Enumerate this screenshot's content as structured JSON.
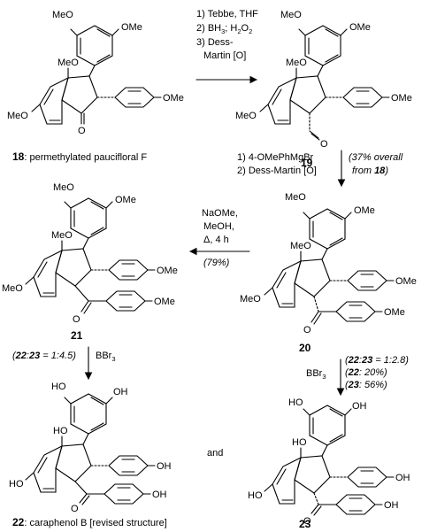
{
  "compounds": {
    "c18": {
      "number": "18",
      "caption": ": permethylated paucifloral F"
    },
    "c19": {
      "number": "19"
    },
    "c20": {
      "number": "20"
    },
    "c21": {
      "number": "21"
    },
    "c22": {
      "number": "22",
      "caption": ": caraphenol B [revised structure]"
    },
    "c23": {
      "number": "23"
    }
  },
  "arrows": {
    "a1": {
      "step1": "1) Tebbe, THF",
      "step2a": "2) BH",
      "step2sub": "3",
      "step2b": "; H",
      "step2sub2": "2",
      "step2c": "O",
      "step2sub3": "2",
      "step3a": "3) Dess-",
      "step3b": "Martin [O]"
    },
    "a2": {
      "step1": "1) 4-OMePhMgBr",
      "step2": "2) Dess-Martin [O]",
      "yield1": "(37% overall",
      "yield2a": "from ",
      "yield2b": "18",
      "yield2c": ")"
    },
    "a3": {
      "l1": "NaOMe,",
      "l2": "MeOH,",
      "l3": "Δ, 4 h",
      "l4": "(79%)"
    },
    "a4": {
      "ratio_a": "(",
      "ratio_b": "22",
      "ratio_c": ":",
      "ratio_d": "23",
      "ratio_e": " = 1:4.5)",
      "reagent": "BBr",
      "reagent_sub": "3"
    },
    "a5": {
      "reagent": "BBr",
      "reagent_sub": "3",
      "r1a": "(",
      "r1b": "22",
      "r1c": ":",
      "r1d": "23",
      "r1e": " = 1:2.8)",
      "r2a": "(",
      "r2b": "22",
      "r2c": ": 20%)",
      "r3a": "(",
      "r3b": "23",
      "r3c": ": 56%)"
    }
  },
  "connector": "and",
  "groups": {
    "ome": "OMe",
    "meo": "MeO",
    "oh": "OH",
    "ho": "HO",
    "o": "O"
  }
}
